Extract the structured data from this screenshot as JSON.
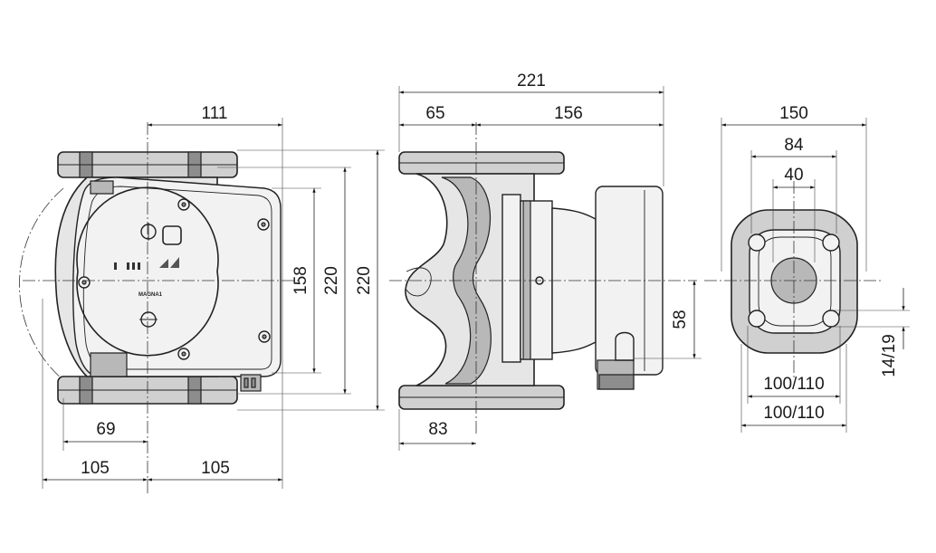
{
  "drawing": {
    "dimensions": {
      "side_width_top": "111",
      "side_left_half": "105",
      "side_right_half": "105",
      "side_69": "69",
      "side_height_158": "158",
      "side_height_220_inner": "220",
      "side_height_220_outer": "220",
      "front_total": "221",
      "front_65": "65",
      "front_156": "156",
      "front_83": "83",
      "front_58": "58",
      "flange_150": "150",
      "flange_84": "84",
      "flange_40": "40",
      "flange_bolt_inner": "100/110",
      "flange_bolt_outer": "100/110",
      "flange_hole": "14/19"
    },
    "model_label": "MAGNA1"
  },
  "colors": {
    "line": "#222222",
    "body_fill": "#e6e6e6",
    "flange_fill": "#d0d0d0",
    "background": "#ffffff"
  }
}
